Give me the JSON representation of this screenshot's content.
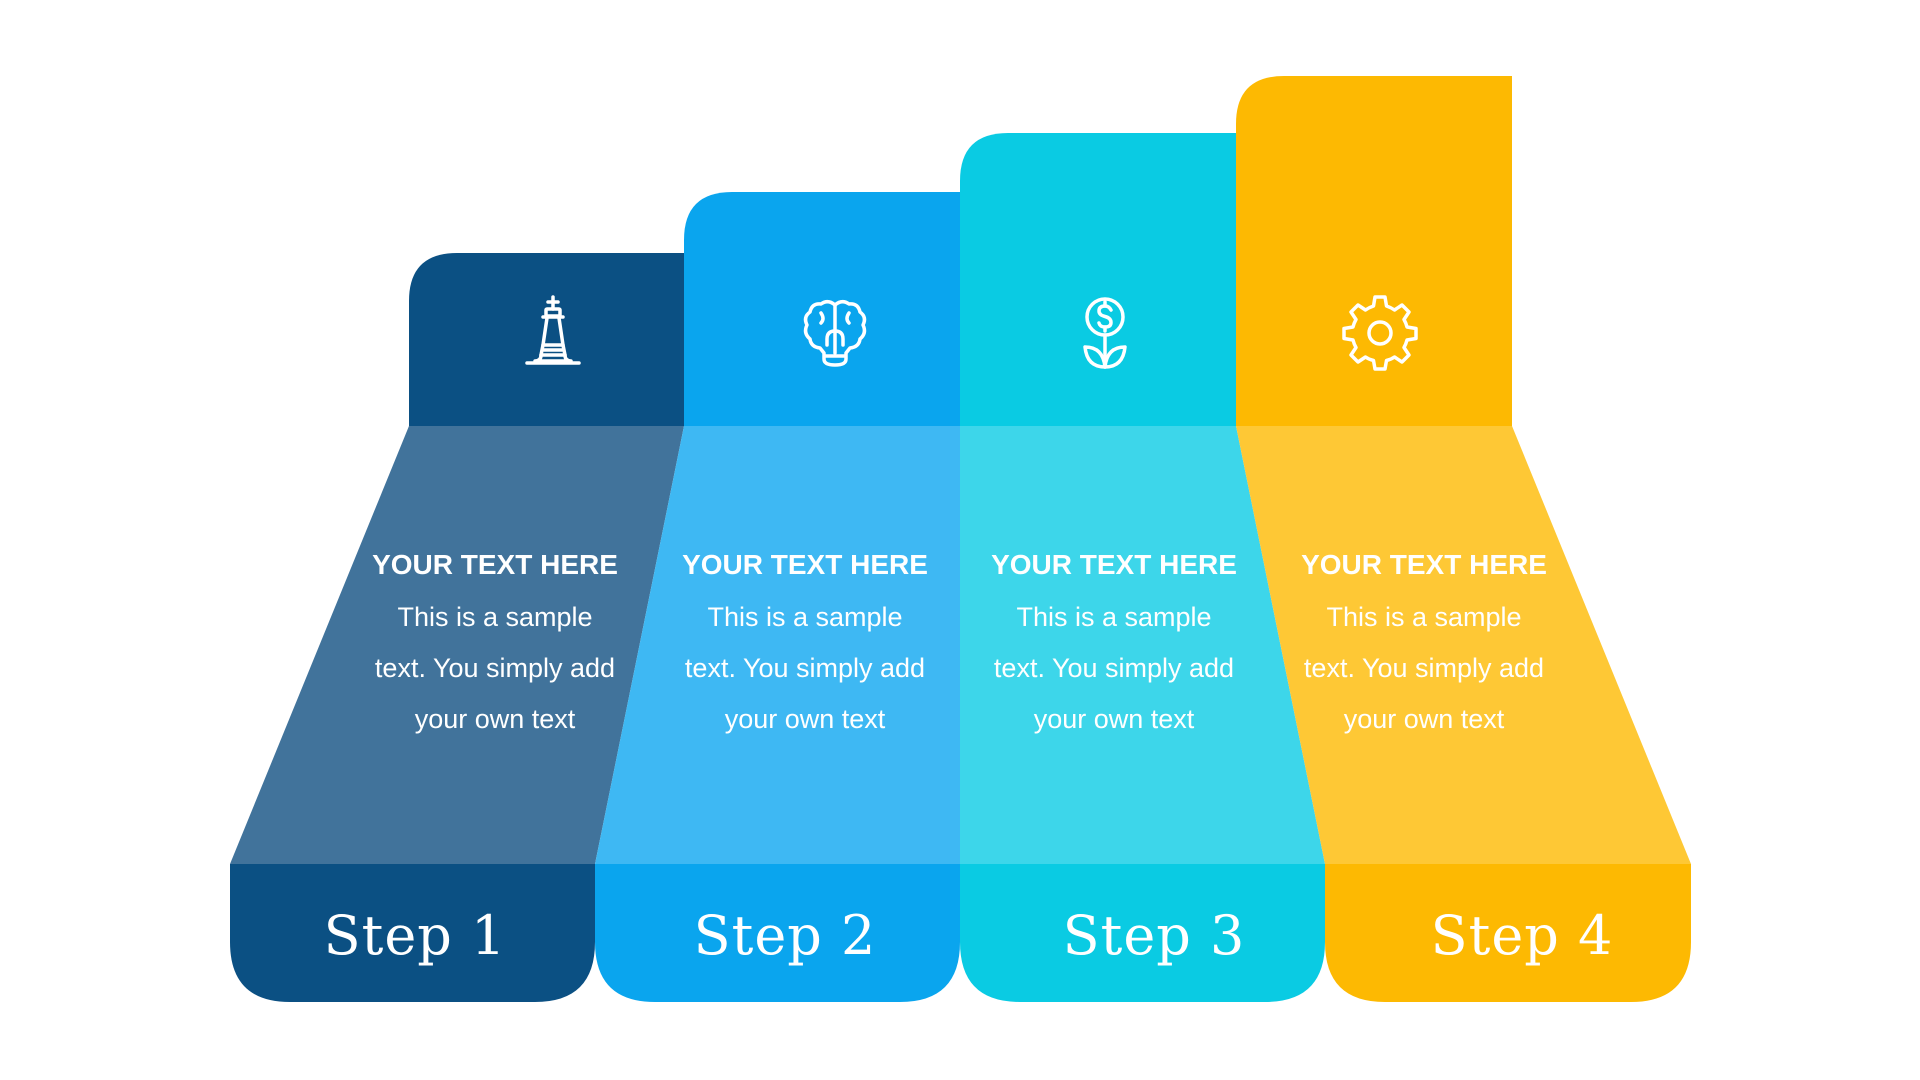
{
  "diagram": {
    "type": "stepped-process",
    "steps": [
      {
        "label": "Step 1",
        "heading": "YOUR TEXT HERE",
        "body_lines": [
          "This is a sample",
          "text. You simply add",
          "your own text"
        ],
        "icon": "chess-king-icon",
        "colors": {
          "tile": "#0B5083",
          "panel": "#41739B",
          "base": "#0B5083"
        }
      },
      {
        "label": "Step 2",
        "heading": "YOUR TEXT HERE",
        "body_lines": [
          "This is a sample",
          "text. You simply add",
          "your own text"
        ],
        "icon": "brain-bulb-icon",
        "colors": {
          "tile": "#0AA5EE",
          "panel": "#3EB8F3",
          "base": "#0AA5EE"
        }
      },
      {
        "label": "Step 3",
        "heading": "YOUR TEXT HERE",
        "body_lines": [
          "This is a sample",
          "text. You simply add",
          "your own text"
        ],
        "icon": "money-plant-icon",
        "colors": {
          "tile": "#0ACBE3",
          "panel": "#3DD6EA",
          "base": "#0ACBE3"
        }
      },
      {
        "label": "Step 4",
        "heading": "YOUR TEXT HERE",
        "body_lines": [
          "This is a sample",
          "text. You simply add",
          "your own text"
        ],
        "icon": "gear-icon",
        "colors": {
          "tile": "#FDB902",
          "panel": "#FEC835",
          "base": "#FDB902"
        }
      }
    ]
  }
}
